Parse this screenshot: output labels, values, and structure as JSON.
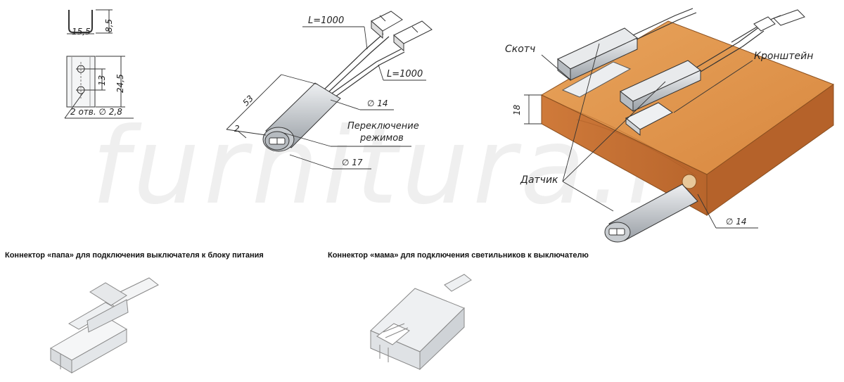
{
  "watermark": "furnitura.ru",
  "profile": {
    "width": "15,5",
    "height": "8,5",
    "hole_spacing": "13",
    "length": "24,5",
    "holes": "2 отв. ∅ 2,8"
  },
  "switch": {
    "cable1": "L=1000",
    "cable2": "L=1000",
    "length": "53",
    "offset": "2",
    "body_diameter": "∅ 14",
    "face_diameter": "∅ 17",
    "mode_switch_line1": "Переключение",
    "mode_switch_line2": "режимов"
  },
  "mounting": {
    "tape": "Скотч",
    "bracket": "Кронштейн",
    "thickness": "18",
    "sensor": "Датчик",
    "hole_diameter": "∅ 14"
  },
  "connectors": {
    "male": "Коннектор «папа» для подключения выключателя к блоку питания",
    "female": "Коннектор «мама» для подключения светильников к выключателю"
  },
  "colors": {
    "wood_top": "#e09a52",
    "wood_side": "#c9763a",
    "metal": "#c8ccd0"
  }
}
